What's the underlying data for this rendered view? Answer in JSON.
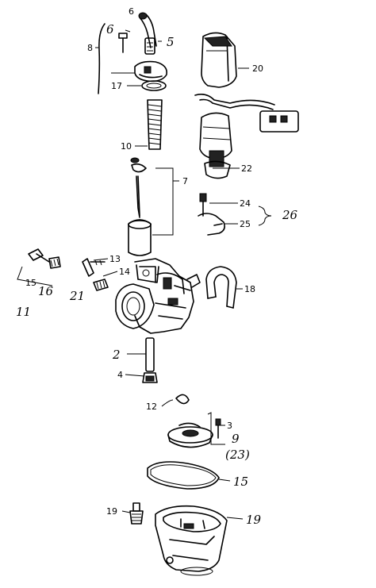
{
  "labels": {
    "l_6a": "6",
    "l_6": "6",
    "l_5": "5",
    "l_8": "8",
    "l_20": "20",
    "l_17": "17",
    "l_10": "10",
    "l_7": "7",
    "l_22": "22",
    "l_24": "24",
    "l_25": "25",
    "l_26": "26",
    "l_13": "13",
    "l_14": "14",
    "l_21": "21",
    "l_15a": "15",
    "l_16": "16",
    "l_11": "11",
    "l_18": "18",
    "l_2": "2",
    "l_4": "4",
    "l_12": "12",
    "l_3": "3",
    "l_9": "9",
    "l_23": "(23)",
    "l_15b": "15",
    "l_19a": "19",
    "l_19b": "19"
  }
}
